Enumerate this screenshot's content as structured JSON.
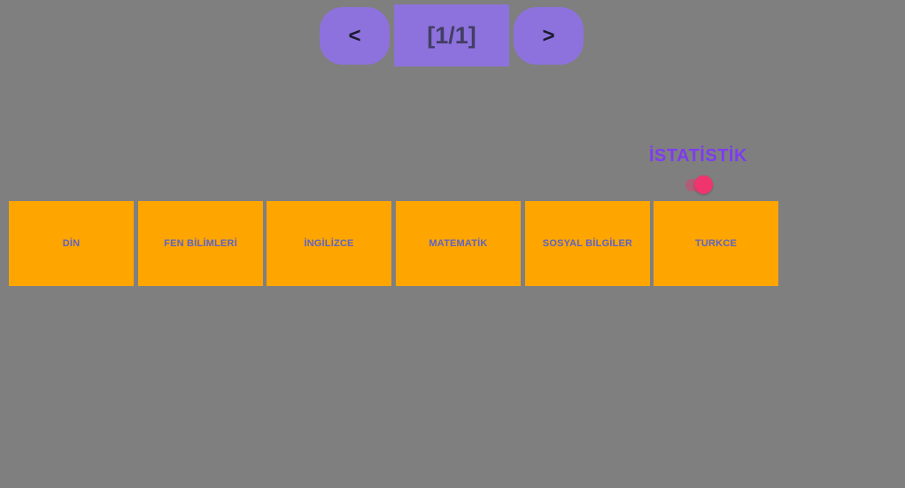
{
  "pager": {
    "prev_label": "<",
    "page_indicator": "[1/1]",
    "next_label": ">"
  },
  "statistics": {
    "label": "İSTATİSTİK",
    "toggle_state": "on"
  },
  "subjects": [
    {
      "label": "DİN"
    },
    {
      "label": "FEN BİLİMLERİ"
    },
    {
      "label": "İNGİLİZCE"
    },
    {
      "label": "MATEMATİK"
    },
    {
      "label": "SOSYAL BİLGİLER"
    },
    {
      "label": "TURKCE"
    }
  ],
  "colors": {
    "background": "#7f7f7f",
    "pager_purple": "#8d72dd",
    "pager_text_dark": "#433e63",
    "subject_orange": "#ffa500",
    "subject_label_indigo": "#5c64c6",
    "stats_violet": "#7d3cf0",
    "toggle_pink": "#f0356e"
  }
}
